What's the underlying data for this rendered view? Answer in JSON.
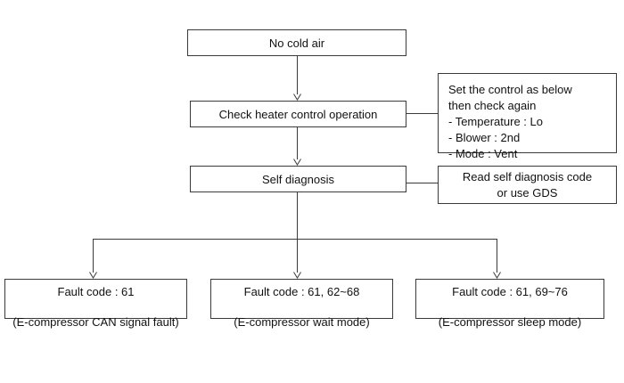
{
  "diagram": {
    "title": "No cold air diagnosis flowchart",
    "colors": {
      "line": "#3a3a3a",
      "text": "#111111",
      "background": "#ffffff"
    },
    "nodes": {
      "start": {
        "label": "No cold air"
      },
      "check_heater": {
        "label": "Check heater control operation"
      },
      "self_diagnosis": {
        "label": "Self diagnosis"
      }
    },
    "notes": {
      "control_setting": {
        "lines": "Set the control as below\nthen check again\n- Temperature : Lo\n- Blower : 2nd\n- Mode : Vent"
      },
      "read_code": {
        "lines": "Read self diagnosis code\nor use GDS"
      }
    },
    "outcomes": [
      {
        "code_label": "Fault code : 61",
        "description": "(E-compressor CAN signal fault)"
      },
      {
        "code_label": "Fault code : 61, 62~68",
        "description": "(E-compressor wait mode)"
      },
      {
        "code_label": "Fault code : 61, 69~76",
        "description": "(E-compressor sleep mode)"
      }
    ]
  }
}
